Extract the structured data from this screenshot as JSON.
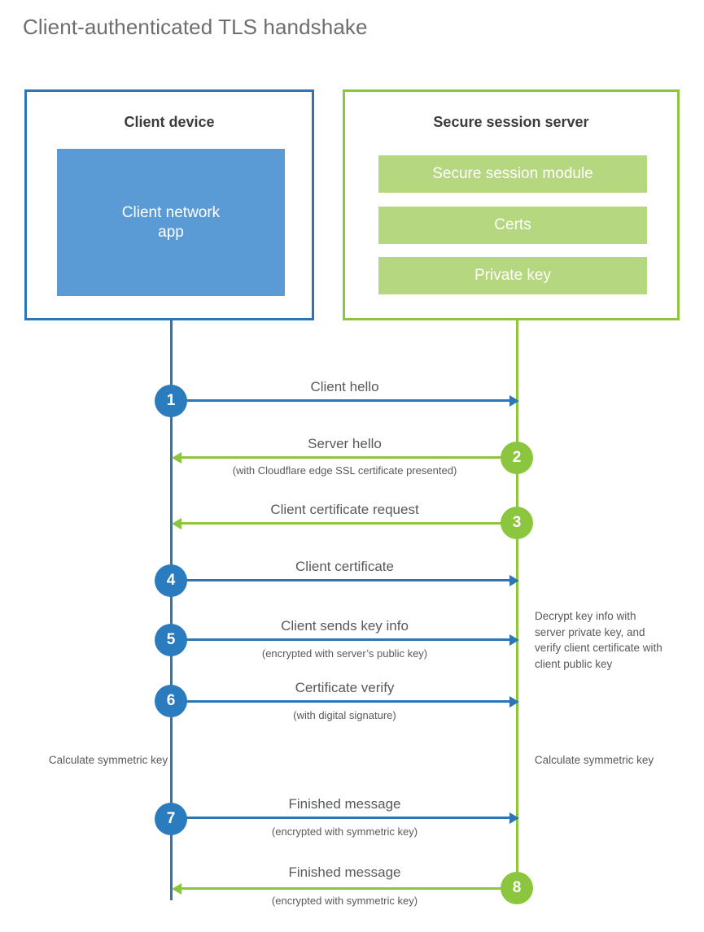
{
  "title": "Client-authenticated TLS handshake",
  "colors": {
    "client_blue": "#2e75b6",
    "client_app_fill": "#5b9bd5",
    "server_green": "#8cc63f",
    "server_bar_fill": "#b5d77f",
    "text_gray": "#58595b",
    "title_gray": "#6d6e71",
    "background": "#ffffff"
  },
  "client": {
    "title": "Client device",
    "app_label": "Client network\napp",
    "app_label_line1": "Client network",
    "app_label_line2": "app"
  },
  "server": {
    "title": "Secure session server",
    "bars": [
      {
        "label": "Secure session module"
      },
      {
        "label": "Certs"
      },
      {
        "label": "Private key"
      }
    ]
  },
  "steps": [
    {
      "number": "1",
      "side": "client",
      "direction": "right",
      "label": "Client hello",
      "sub": ""
    },
    {
      "number": "2",
      "side": "server",
      "direction": "left",
      "label": "Server hello",
      "sub": "(with Cloudflare edge SSL certificate presented)"
    },
    {
      "number": "3",
      "side": "server",
      "direction": "left",
      "label": "Client certificate request",
      "sub": ""
    },
    {
      "number": "4",
      "side": "client",
      "direction": "right",
      "label": "Client certificate",
      "sub": ""
    },
    {
      "number": "5",
      "side": "client",
      "direction": "right",
      "label": "Client sends key info",
      "sub": "(encrypted with server’s public key)"
    },
    {
      "number": "6",
      "side": "client",
      "direction": "right",
      "label": "Certificate verify",
      "sub": "(with digital signature)"
    },
    {
      "number": "7",
      "side": "client",
      "direction": "right",
      "label": "Finished message",
      "sub": "(encrypted with symmetric key)"
    },
    {
      "number": "8",
      "side": "server",
      "direction": "left",
      "label": "Finished message",
      "sub": "(encrypted with symmetric key)"
    }
  ],
  "notes": {
    "server_decrypt": "Decrypt key info with server private key, and verify client certificate with client public key",
    "client_calculate": "Calculate symmetric key",
    "server_calculate": "Calculate symmetric key"
  }
}
